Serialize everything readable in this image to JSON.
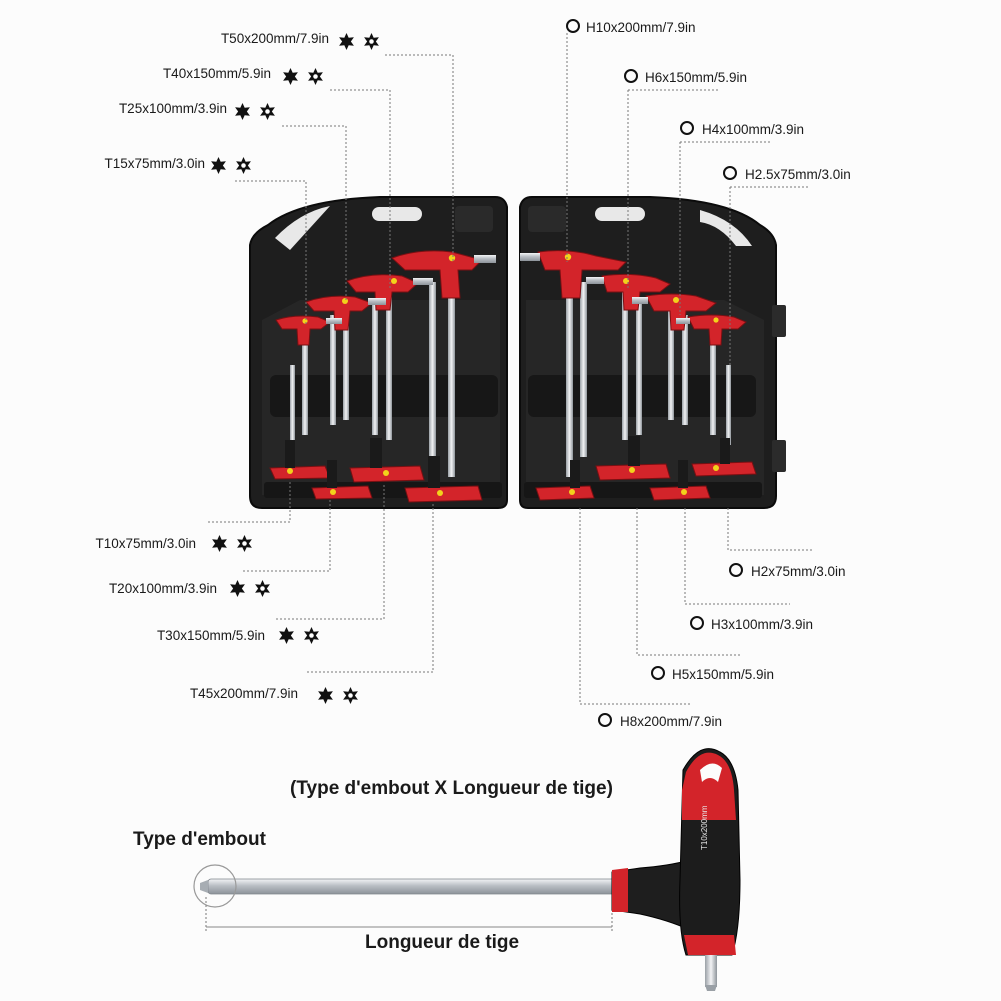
{
  "torx_labels_top": [
    {
      "text": "T50x200mm/7.9in"
    },
    {
      "text": "T40x150mm/5.9in"
    },
    {
      "text": "T25x100mm/3.9in"
    },
    {
      "text": "T15x75mm/3.0in"
    }
  ],
  "torx_labels_bottom": [
    {
      "text": "T10x75mm/3.0in"
    },
    {
      "text": "T20x100mm/3.9in"
    },
    {
      "text": "T30x150mm/5.9in"
    },
    {
      "text": "T45x200mm/7.9in"
    }
  ],
  "hex_labels_top": [
    {
      "text": "H10x200mm/7.9in"
    },
    {
      "text": "H6x150mm/5.9in"
    },
    {
      "text": "H4x100mm/3.9in"
    },
    {
      "text": "H2.5x75mm/3.0in"
    }
  ],
  "hex_labels_bottom": [
    {
      "text": "H2x75mm/3.0in"
    },
    {
      "text": "H3x100mm/3.9in"
    },
    {
      "text": "H5x150mm/5.9in"
    },
    {
      "text": "H8x200mm/7.9in"
    }
  ],
  "diagram": {
    "format_caption": "(Type d'embout X Longueur de tige)",
    "tip_label": "Type d'embout",
    "shaft_label": "Longueur de tige",
    "handle_marking": "T10x200mm"
  },
  "colors": {
    "case": "#1c1c1c",
    "handle_red": "#d3242a",
    "handle_black": "#1a1a1a",
    "accent_yellow": "#f2d21b",
    "steel": "#c9cdd2"
  }
}
